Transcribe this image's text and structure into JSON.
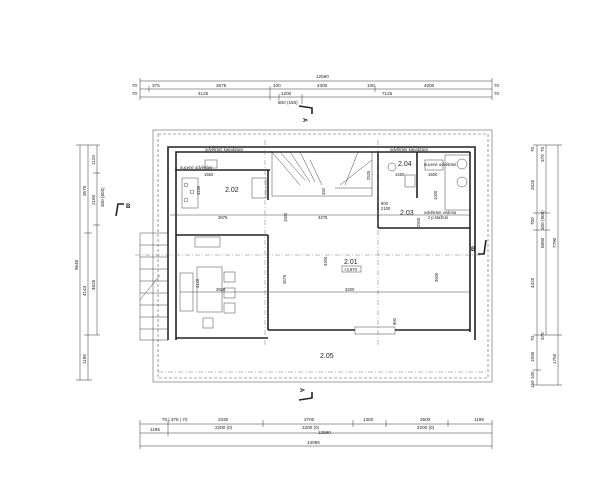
{
  "dimensions": {
    "top": {
      "total": "12590",
      "row1": [
        "70",
        "375",
        "3575",
        "100",
        "4300",
        "100",
        "4000",
        "70"
      ],
      "row2": [
        "70",
        "4125",
        "1200",
        "7125",
        "70"
      ],
      "opening": "800 (150)"
    },
    "bottom": {
      "row1": [
        "70 | 375 | 70",
        "3330",
        "3700",
        "1350",
        "2500",
        "1195"
      ],
      "row2": [
        "1195",
        "2200 (0)",
        "2200 (0)",
        "2200 (0)"
      ],
      "inner_total": "12590",
      "total": "13095"
    },
    "left": {
      "total": "9545",
      "col1": [
        "3575",
        "4144",
        "1195"
      ],
      "col2": [
        "1120",
        "2160",
        "4625"
      ],
      "opening": "300 (600)"
    },
    "right": {
      "col1": [
        "70",
        "2525",
        "700",
        "4425",
        "70",
        "1500",
        "155 100"
      ],
      "col2": [
        "70",
        "370",
        "300 (900)",
        "6890",
        "370"
      ],
      "col3": [
        "7790",
        "1750"
      ]
    }
  },
  "rooms": [
    {
      "id": "2.01",
      "level": "+2,870"
    },
    {
      "id": "2.02"
    },
    {
      "id": "2.03"
    },
    {
      "id": "2.04"
    },
    {
      "id": "2.05"
    }
  ],
  "notes": {
    "vent_left": "odvětrání kanalizace",
    "vent_right": "odvětrání kanalizace",
    "forced_vent_kitchen": "nucené odvětrání",
    "forced_vent_bath": "nucené odvětrání",
    "vent_routed_1": "odvětrání vedena",
    "vent_routed_2": "z p.stažení"
  },
  "inner_dims": [
    "1550",
    "3230",
    "3675",
    "4275",
    "1500",
    "450",
    "2525",
    "3200",
    "3600",
    "3200",
    "3675",
    "4145",
    "3920",
    "1450",
    "1500",
    "2100",
    "800",
    "1000",
    "2500",
    "900"
  ],
  "section_marks": {
    "a": "A",
    "b": "B"
  }
}
